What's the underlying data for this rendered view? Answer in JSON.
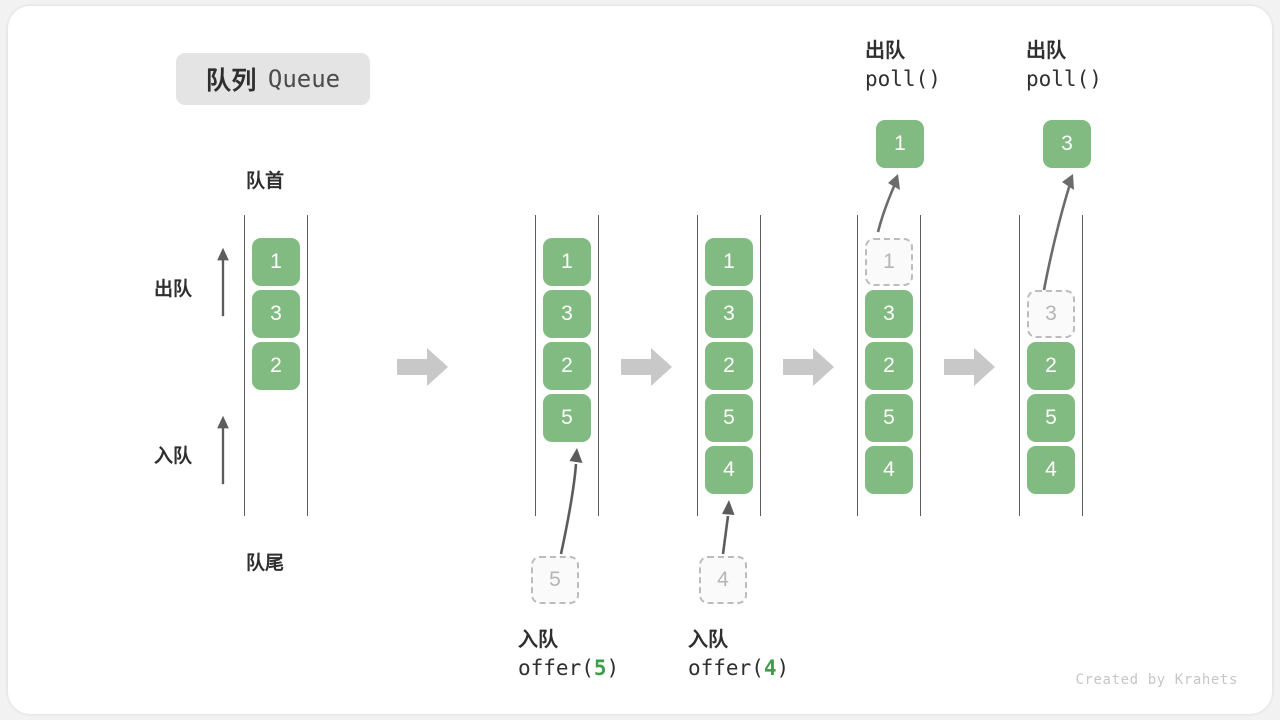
{
  "title": {
    "cn": "队列",
    "en": "Queue"
  },
  "labels": {
    "head": "队首",
    "tail": "队尾",
    "dequeue": "出队",
    "enqueue": "入队"
  },
  "colors": {
    "filled": "#82bb82",
    "ghost_border": "#bcbcbc",
    "ghost_text": "#b5b5b5",
    "rail": "#5c5c5c",
    "step_arrow": "#c8c8c8",
    "accent_arg": "#3f9e4d",
    "badge_bg": "#e4e4e4"
  },
  "queues": [
    {
      "name": "queue-initial",
      "cells": [
        {
          "value": "1",
          "state": "filled"
        },
        {
          "value": "3",
          "state": "filled"
        },
        {
          "value": "2",
          "state": "filled"
        }
      ]
    },
    {
      "name": "queue-after-offer-5",
      "cells": [
        {
          "value": "1",
          "state": "filled"
        },
        {
          "value": "3",
          "state": "filled"
        },
        {
          "value": "2",
          "state": "filled"
        },
        {
          "value": "5",
          "state": "filled"
        }
      ]
    },
    {
      "name": "queue-after-offer-4",
      "cells": [
        {
          "value": "1",
          "state": "filled"
        },
        {
          "value": "3",
          "state": "filled"
        },
        {
          "value": "2",
          "state": "filled"
        },
        {
          "value": "5",
          "state": "filled"
        },
        {
          "value": "4",
          "state": "filled"
        }
      ]
    },
    {
      "name": "queue-after-poll-1",
      "cells": [
        {
          "value": "1",
          "state": "ghost"
        },
        {
          "value": "3",
          "state": "filled"
        },
        {
          "value": "2",
          "state": "filled"
        },
        {
          "value": "5",
          "state": "filled"
        },
        {
          "value": "4",
          "state": "filled"
        }
      ]
    },
    {
      "name": "queue-after-poll-3",
      "cells": [
        {
          "value": "",
          "state": "empty"
        },
        {
          "value": "3",
          "state": "ghost"
        },
        {
          "value": "2",
          "state": "filled"
        },
        {
          "value": "5",
          "state": "filled"
        },
        {
          "value": "4",
          "state": "filled"
        }
      ]
    }
  ],
  "operations": {
    "offer_5": {
      "cn": "入队",
      "fn": "offer(",
      "arg": "5",
      "close": ")",
      "ghost_value": "5"
    },
    "offer_4": {
      "cn": "入队",
      "fn": "offer(",
      "arg": "4",
      "close": ")",
      "ghost_value": "4"
    },
    "poll_1": {
      "cn": "出队",
      "fn": "poll()",
      "result": "1"
    },
    "poll_2": {
      "cn": "出队",
      "fn": "poll()",
      "result": "3"
    }
  },
  "watermark": "Created by Krahets"
}
